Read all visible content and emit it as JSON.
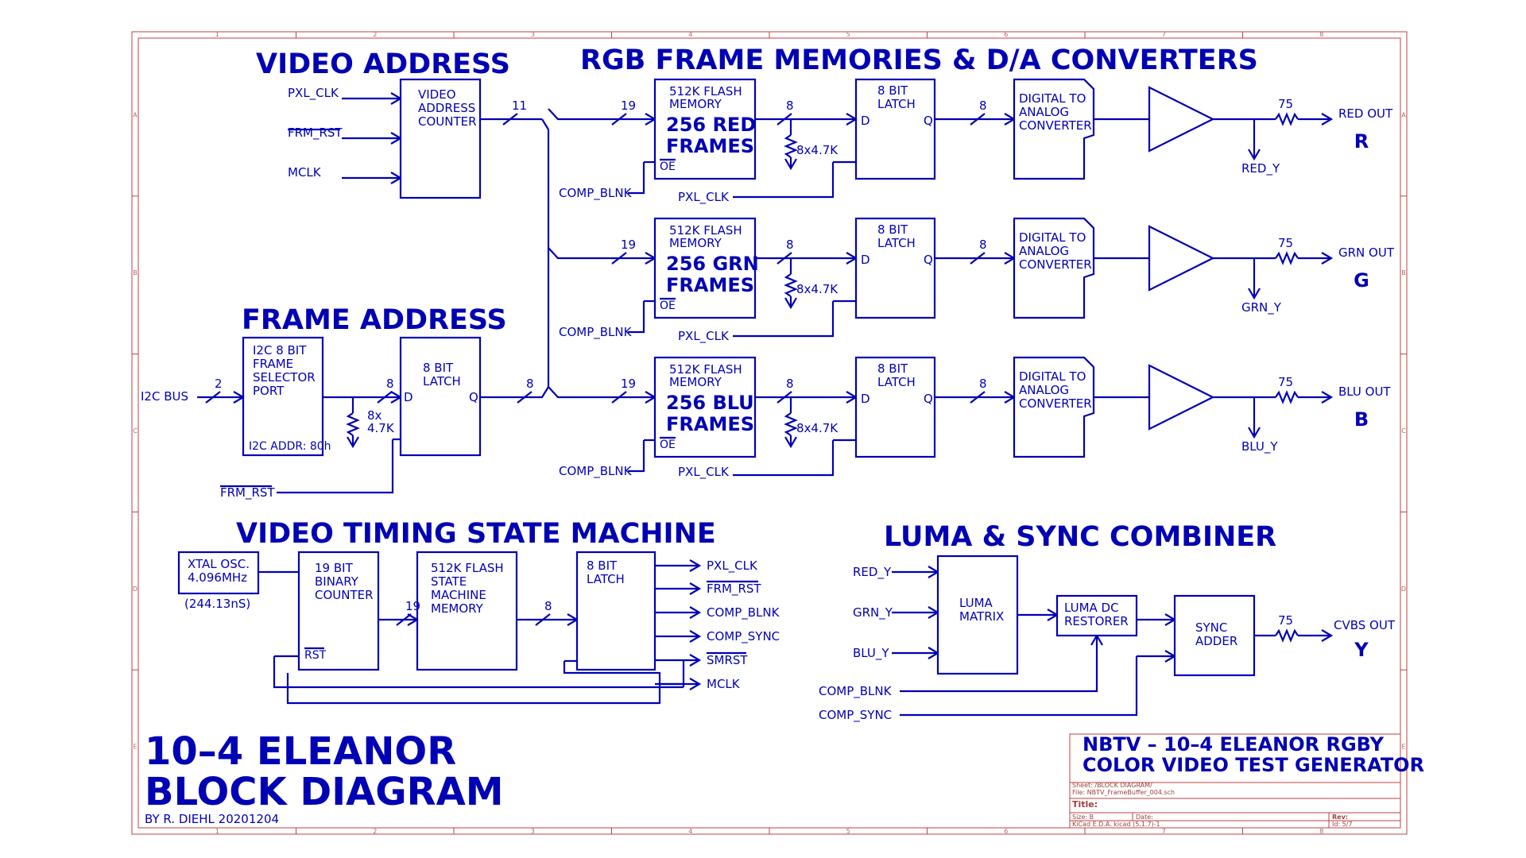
{
  "headings": {
    "video_address": "VIDEO ADDRESS",
    "rgb_memories": "RGB FRAME MEMORIES & D/A CONVERTERS",
    "frame_address": "FRAME ADDRESS",
    "timing": "VIDEO TIMING STATE MACHINE",
    "luma_sync": "LUMA & SYNC COMBINER"
  },
  "video_address": {
    "counter_lines": [
      "VIDEO",
      "ADDRESS",
      "COUNTER"
    ],
    "inputs": [
      "PXL_CLK",
      "FRM_RST",
      "MCLK"
    ],
    "bus_width": "11"
  },
  "channels": [
    {
      "mem_small": [
        "512K FLASH",
        "MEMORY"
      ],
      "mem_big": [
        "256 RED",
        "FRAMES"
      ],
      "oe": "OE",
      "addr_width": "19",
      "data_width": "8",
      "pullup": "8x4.7K",
      "comp_blnk": "COMP_BLNK",
      "pxl_clk": "PXL_CLK",
      "latch": [
        "8 BIT",
        "LATCH"
      ],
      "d": "D",
      "q": "Q",
      "dac_width": "8",
      "dac": [
        "DIGITAL TO",
        "ANALOG",
        "CONVERTER"
      ],
      "r": "75",
      "out_label": "RED OUT",
      "letter": "R",
      "tap": "RED_Y"
    },
    {
      "mem_small": [
        "512K FLASH",
        "MEMORY"
      ],
      "mem_big": [
        "256 GRN",
        "FRAMES"
      ],
      "oe": "OE",
      "addr_width": "19",
      "data_width": "8",
      "pullup": "8x4.7K",
      "comp_blnk": "COMP_BLNK",
      "pxl_clk": "PXL_CLK",
      "latch": [
        "8 BIT",
        "LATCH"
      ],
      "d": "D",
      "q": "Q",
      "dac_width": "8",
      "dac": [
        "DIGITAL TO",
        "ANALOG",
        "CONVERTER"
      ],
      "r": "75",
      "out_label": "GRN OUT",
      "letter": "G",
      "tap": "GRN_Y"
    },
    {
      "mem_small": [
        "512K FLASH",
        "MEMORY"
      ],
      "mem_big": [
        "256 BLU",
        "FRAMES"
      ],
      "oe": "OE",
      "addr_width": "19",
      "data_width": "8",
      "pullup": "8x4.7K",
      "comp_blnk": "COMP_BLNK",
      "pxl_clk": "PXL_CLK",
      "latch": [
        "8 BIT",
        "LATCH"
      ],
      "d": "D",
      "q": "Q",
      "dac_width": "8",
      "dac": [
        "DIGITAL TO",
        "ANALOG",
        "CONVERTER"
      ],
      "r": "75",
      "out_label": "BLU OUT",
      "letter": "B",
      "tap": "BLU_Y"
    }
  ],
  "frame_address": {
    "i2c_bus": "I2C BUS",
    "i2c_width": "2",
    "port_lines": [
      "I2C 8 BIT",
      "FRAME",
      "SELECTOR",
      "PORT"
    ],
    "port_addr": "I2C ADDR: 80h",
    "port_width": "8",
    "pullup_lines": [
      "8x",
      "4.7K"
    ],
    "latch": [
      "8 BIT",
      "LATCH"
    ],
    "d": "D",
    "q": "Q",
    "out_width": "8",
    "frm_rst": "FRM_RST"
  },
  "timing": {
    "xtal": [
      "XTAL OSC.",
      "4.096MHz"
    ],
    "period": "(244.13nS)",
    "counter": [
      "19 BIT",
      "BINARY",
      "COUNTER"
    ],
    "rst": "RST",
    "counter_width": "19",
    "memory": [
      "512K FLASH",
      "STATE",
      "MACHINE",
      "MEMORY"
    ],
    "memory_width": "8",
    "latch": [
      "8 BIT",
      "LATCH"
    ],
    "outputs": [
      "PXL_CLK",
      "FRM_RST",
      "COMP_BLNK",
      "COMP_SYNC",
      "SMRST",
      "MCLK"
    ]
  },
  "luma": {
    "inputs": [
      "RED_Y",
      "GRN_Y",
      "BLU_Y"
    ],
    "matrix": [
      "LUMA",
      "MATRIX"
    ],
    "restorer": [
      "LUMA DC",
      "RESTORER"
    ],
    "adder": [
      "SYNC",
      "ADDER"
    ],
    "comp_blnk": "COMP_BLNK",
    "comp_sync": "COMP_SYNC",
    "r": "75",
    "out_label": "CVBS OUT",
    "letter": "Y"
  },
  "title_block_main": [
    "10–4 ELEANOR",
    "BLOCK DIAGRAM"
  ],
  "author": "BY R. DIEHL 20201204",
  "title_box": {
    "line1": "NBTV – 10–4 ELEANOR RGBY",
    "line2": "COLOR VIDEO TEST GENERATOR",
    "sheet": "Sheet: /BLOCK DIAGRAM/",
    "file": "File: NBTV_FrameBuffer_004.sch",
    "title_label": "Title:",
    "size": "Size: B",
    "date": "Date:",
    "rev": "Rev:",
    "kicad": "KiCad E.D.A.  kicad (5.1.7)-1",
    "id": "Id: 5/7"
  },
  "border": {
    "cols": [
      "1",
      "2",
      "3",
      "4",
      "5",
      "6",
      "7",
      "8"
    ],
    "rows": [
      "A",
      "B",
      "C",
      "D",
      "E"
    ]
  }
}
